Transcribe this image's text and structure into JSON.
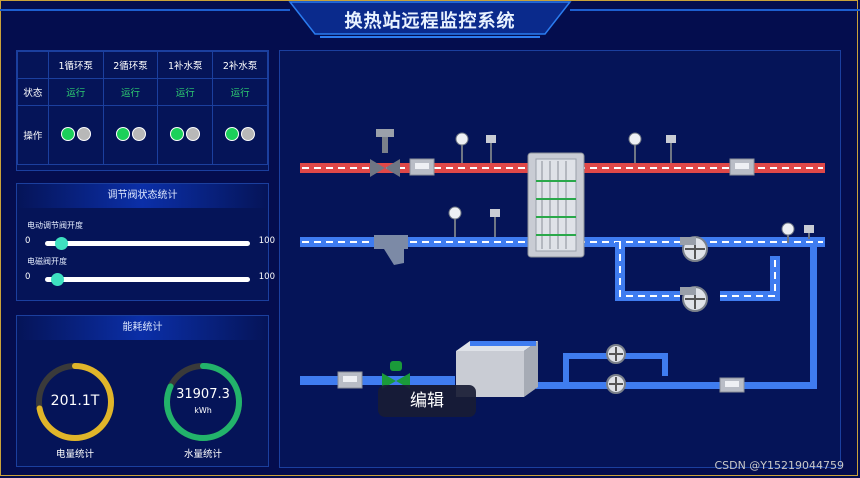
{
  "header": {
    "title": "换热站远程监控系统"
  },
  "pump_table": {
    "columns": [
      "1循环泵",
      "2循环泵",
      "1补水泵",
      "2补水泵"
    ],
    "status_label": "状态",
    "status_values": [
      "运行",
      "运行",
      "运行",
      "运行"
    ],
    "operation_label": "操作"
  },
  "valve_panel": {
    "title": "调节阀状态统计",
    "sliders": [
      {
        "label": "电动调节阀开度",
        "min": "0",
        "max": "100",
        "value": 8
      },
      {
        "label": "电磁阀开度",
        "min": "0",
        "max": "100",
        "value": 6
      }
    ]
  },
  "energy_panel": {
    "title": "能耗统计",
    "gauges": [
      {
        "value": "201.1T",
        "unit": "",
        "label": "电量统计",
        "color": "#e0b52a",
        "fraction": 0.72
      },
      {
        "value": "31907.3",
        "unit": "kWh",
        "label": "水量统计",
        "color": "#22b36b",
        "fraction": 0.82
      }
    ]
  },
  "edit_button": {
    "label": "编辑"
  },
  "watermark": {
    "text": "CSDN @Y15219044759"
  },
  "colors": {
    "hot_pipe": "#e04848",
    "cold_pipe": "#3f7cf0",
    "background": "#040d4e",
    "panel_border": "#1b3f9e"
  }
}
